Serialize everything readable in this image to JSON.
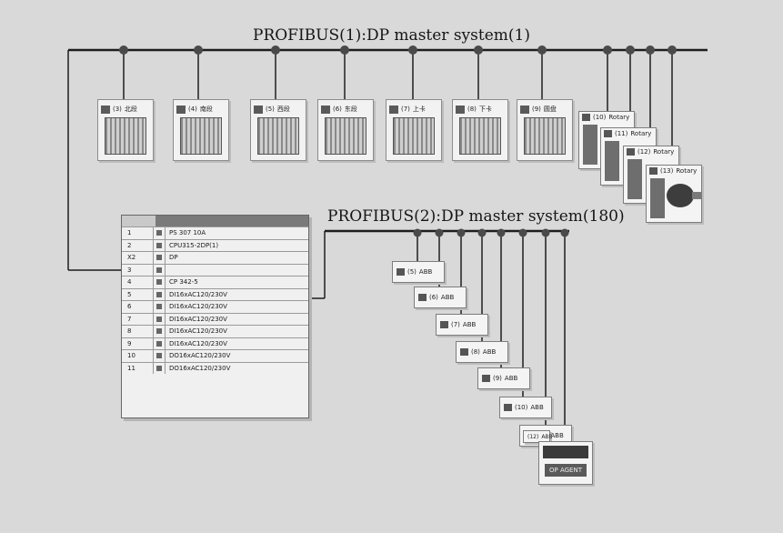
{
  "bus1": {
    "label": "PROFIBUS(1):DP master system(1)",
    "stations": [
      {
        "addr": "(3)",
        "name": "北段"
      },
      {
        "addr": "(4)",
        "name": "南段"
      },
      {
        "addr": "(5)",
        "name": "西段"
      },
      {
        "addr": "(6)",
        "name": "东段"
      },
      {
        "addr": "(7)",
        "name": "上卡"
      },
      {
        "addr": "(8)",
        "name": "下卡"
      },
      {
        "addr": "(9)",
        "name": "圆盘"
      }
    ],
    "rotary": [
      {
        "addr": "(10)",
        "name": "Rotary"
      },
      {
        "addr": "(11)",
        "name": "Rotary"
      },
      {
        "addr": "(12)",
        "name": "Rotary"
      },
      {
        "addr": "(13)",
        "name": "Rotary"
      }
    ]
  },
  "bus2": {
    "label": "PROFIBUS(2):DP master system(180)",
    "slaves": [
      {
        "addr": "(5)",
        "name": "ABB"
      },
      {
        "addr": "(6)",
        "name": "ABB"
      },
      {
        "addr": "(7)",
        "name": "ABB"
      },
      {
        "addr": "(8)",
        "name": "ABB"
      },
      {
        "addr": "(9)",
        "name": "ABB"
      },
      {
        "addr": "(10)",
        "name": "ABB"
      },
      {
        "addr": "(11)",
        "name": "ABB"
      },
      {
        "addr": "(12)",
        "name": "ABB"
      }
    ],
    "hmi_label": "OP AGENT"
  },
  "rack": {
    "rows": [
      {
        "slot": "1",
        "module": "PS 307 10A"
      },
      {
        "slot": "2",
        "module": "CPU315-2DP(1)"
      },
      {
        "slot": "X2",
        "module": "DP"
      },
      {
        "slot": "3",
        "module": ""
      },
      {
        "slot": "4",
        "module": "CP 342-5"
      },
      {
        "slot": "5",
        "module": "DI16xAC120/230V"
      },
      {
        "slot": "6",
        "module": "DI16xAC120/230V"
      },
      {
        "slot": "7",
        "module": "DI16xAC120/230V"
      },
      {
        "slot": "8",
        "module": "DI16xAC120/230V"
      },
      {
        "slot": "9",
        "module": "DI16xAC120/230V"
      },
      {
        "slot": "10",
        "module": "DO16xAC120/230V"
      },
      {
        "slot": "11",
        "module": "DO16xAC120/230V"
      }
    ]
  },
  "colors": {
    "background": "#d9d9d9",
    "line": "#1e1e1e",
    "node": "#4a4a4a"
  }
}
